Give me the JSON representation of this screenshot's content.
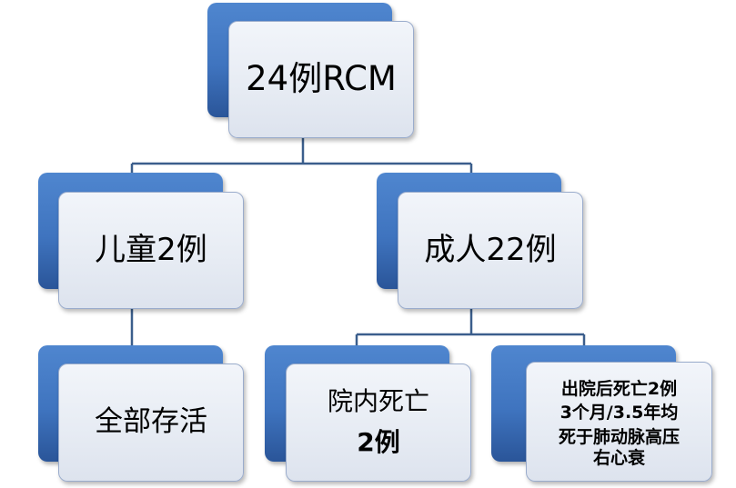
{
  "diagram": {
    "root": {
      "label": "24例RCM"
    },
    "children": [
      {
        "label": "儿童2例"
      },
      {
        "label": "成人22例"
      }
    ],
    "leaves": [
      {
        "lines": [
          "全部存活"
        ]
      },
      {
        "lines": [
          "院内死亡",
          "2例"
        ]
      },
      {
        "lines": [
          "出院后死亡2例",
          "3个月/3.5年均",
          "死于肺动脉高压",
          "右心衰"
        ]
      }
    ]
  },
  "colors": {
    "box_back": "#3f74bf",
    "box_front": "#e8edf5",
    "connector": "#3b5e8c"
  }
}
